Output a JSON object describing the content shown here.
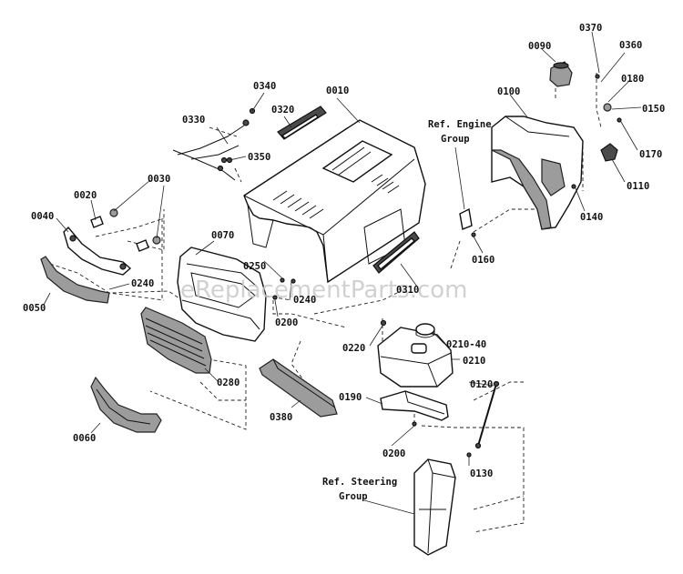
{
  "watermark": "eReplacementParts.com",
  "refs": {
    "engine": [
      "Ref. Engine",
      "Group"
    ],
    "steering": [
      "Ref. Steering",
      "Group"
    ]
  },
  "labels": {
    "p0010": "0010",
    "p0020": "0020",
    "p0030": "0030",
    "p0040": "0040",
    "p0050": "0050",
    "p0060": "0060",
    "p0070": "0070",
    "p0090": "0090",
    "p0100": "0100",
    "p0110": "0110",
    "p0120": "0120",
    "p0130": "0130",
    "p0140": "0140",
    "p0150": "0150",
    "p0160": "0160",
    "p0170": "0170",
    "p0180": "0180",
    "p0190": "0190",
    "p0200a": "0200",
    "p0200b": "0200",
    "p0210": "0210",
    "p0210_40": "0210-40",
    "p0220": "0220",
    "p0240a": "0240",
    "p0240b": "0240",
    "p0250": "0250",
    "p0280": "0280",
    "p0310": "0310",
    "p0320": "0320",
    "p0330": "0330",
    "p0340": "0340",
    "p0350": "0350",
    "p0360": "0360",
    "p0370": "0370",
    "p0380": "0380"
  }
}
